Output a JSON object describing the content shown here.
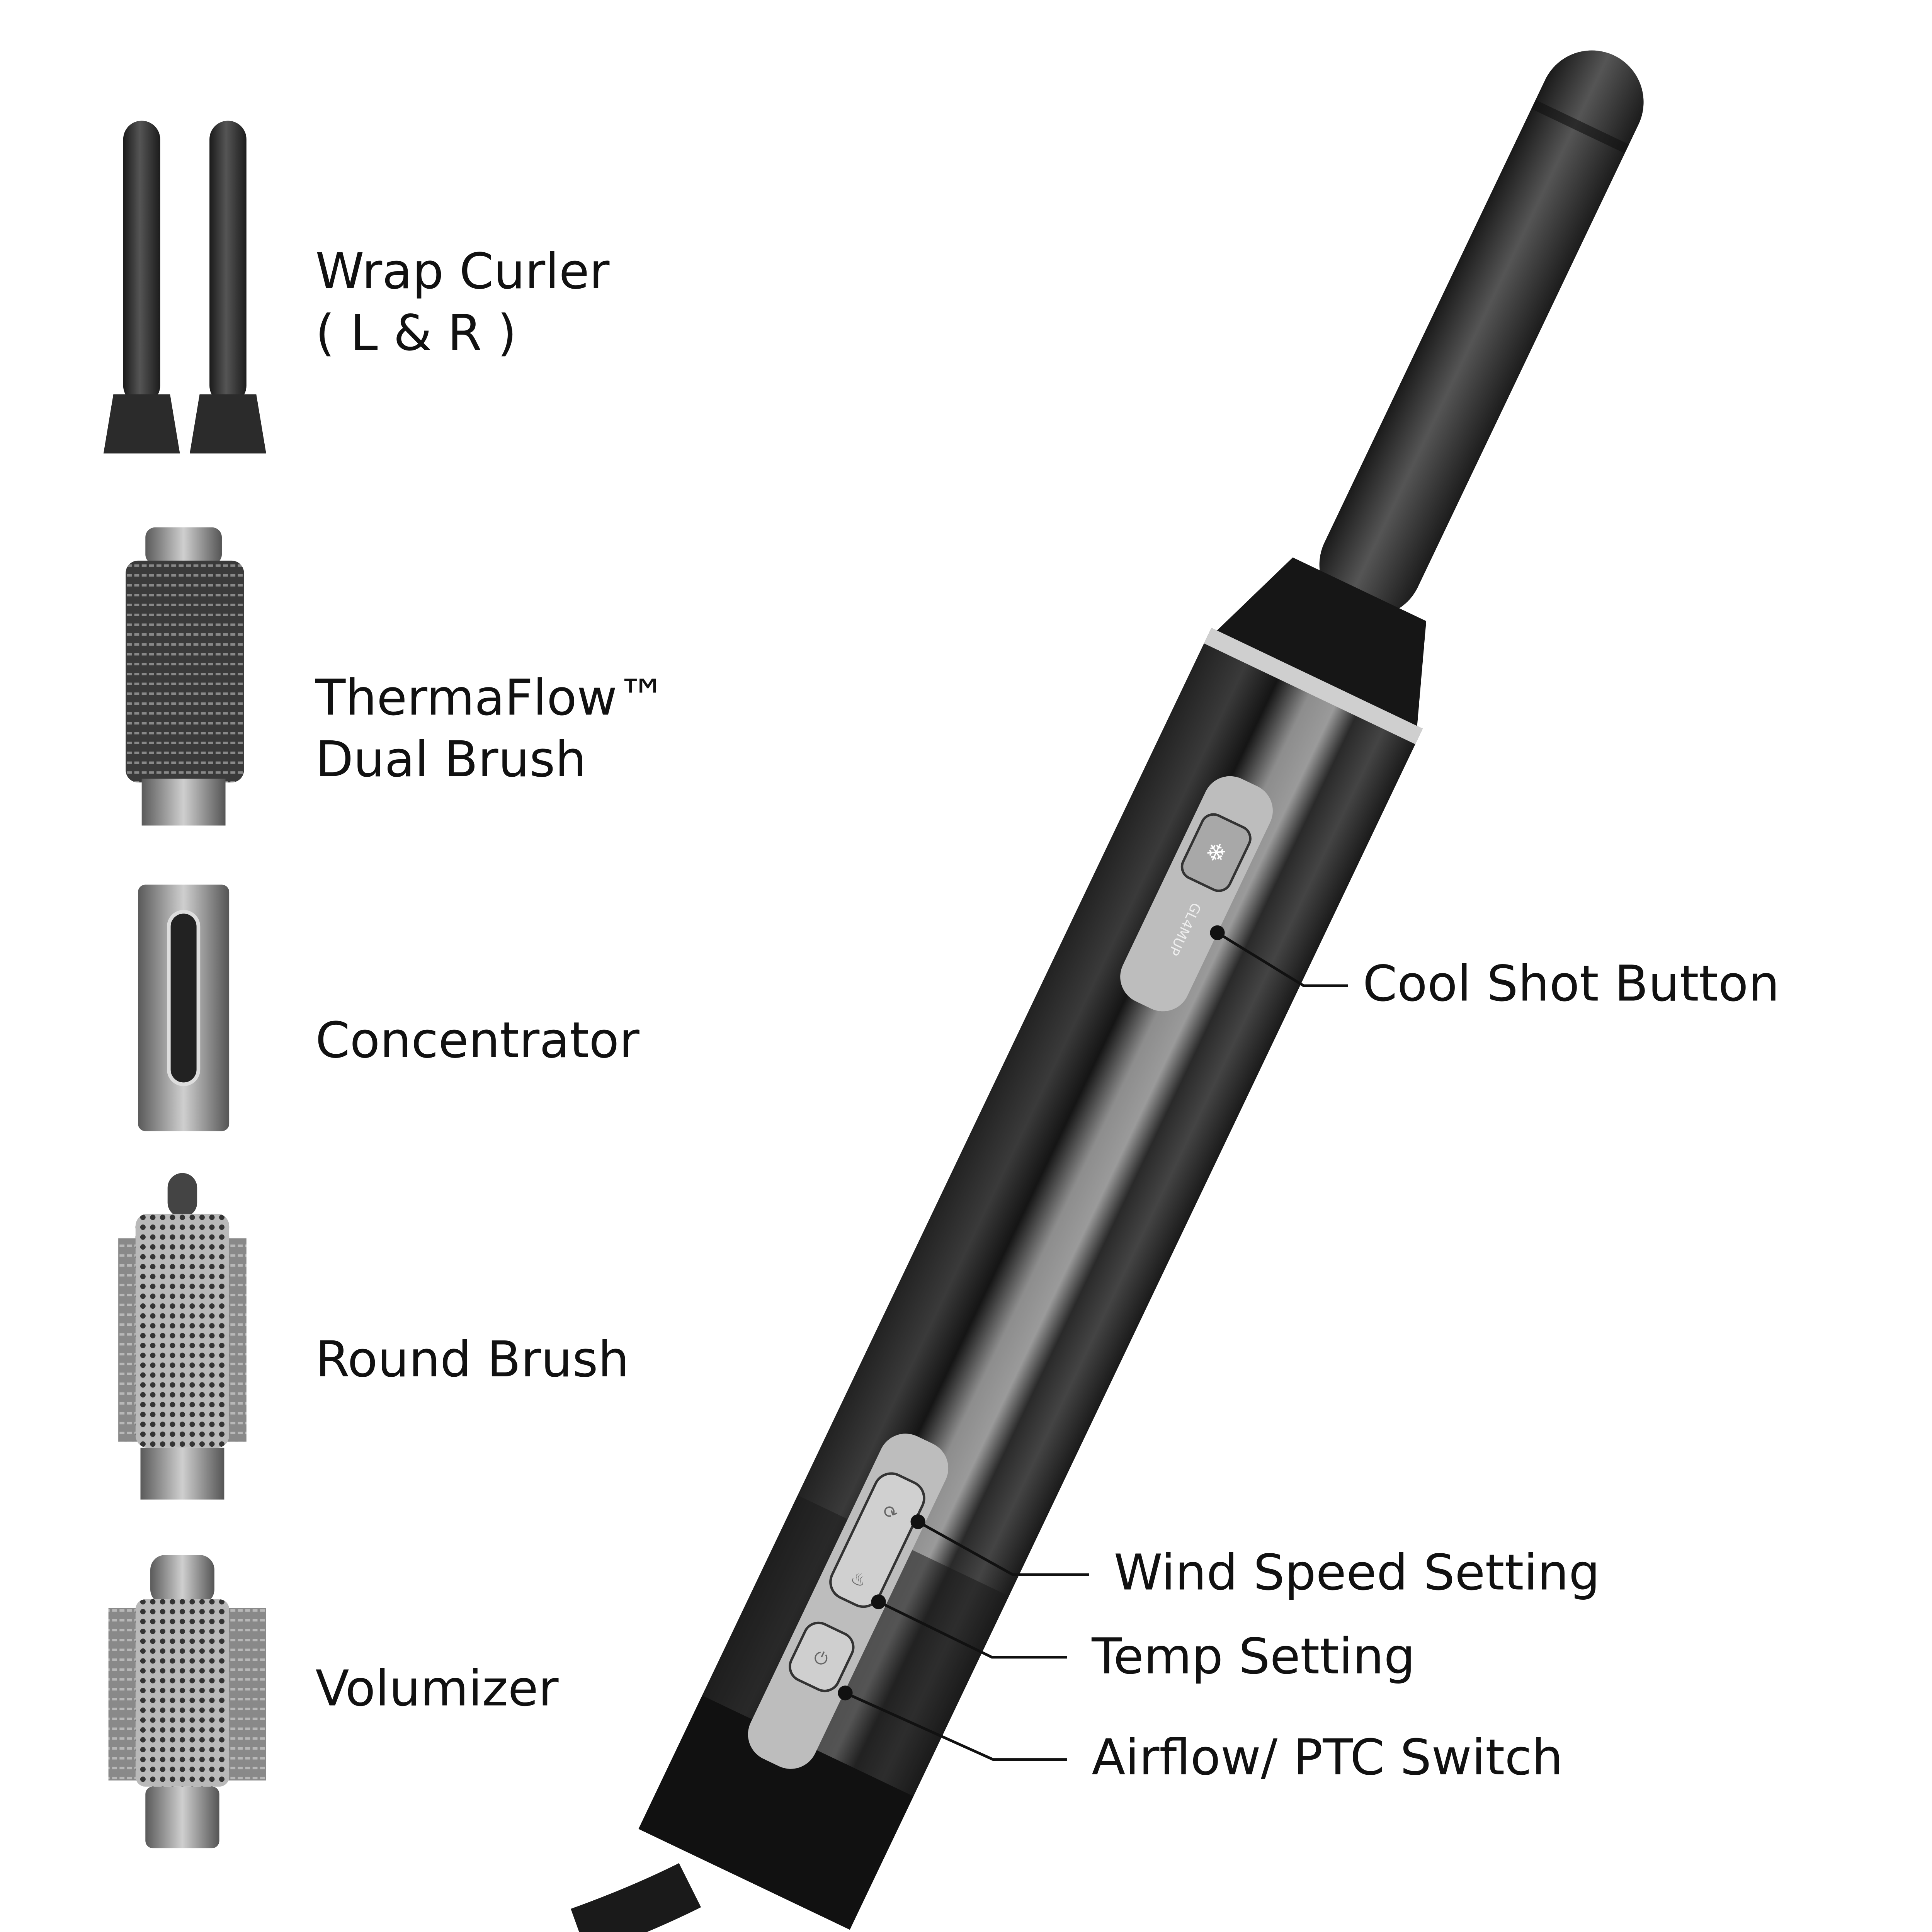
{
  "attachments": [
    {
      "name": "wrap-curler",
      "lines": [
        "Wrap  Curler",
        "( L & R )"
      ]
    },
    {
      "name": "thermaflow-dual-brush",
      "lines": [
        "ThermaFlow™",
        "Dual Brush"
      ]
    },
    {
      "name": "concentrator",
      "lines": [
        "Concentrator"
      ]
    },
    {
      "name": "round-brush",
      "lines": [
        "Round Brush"
      ]
    },
    {
      "name": "volumizer",
      "lines": [
        "Volumizer"
      ]
    }
  ],
  "callouts": {
    "cool_shot": "Cool Shot Button",
    "wind_speed": "Wind Speed Setting",
    "temp": "Temp Setting",
    "airflow": "Airflow/ PTC Switch"
  },
  "device": {
    "brand_logo": "GL4MUP"
  },
  "colors": {
    "body": "#2a2a2a",
    "stripe": "#8a8a8a",
    "panel": "#c8c8c8",
    "text": "#111111"
  }
}
